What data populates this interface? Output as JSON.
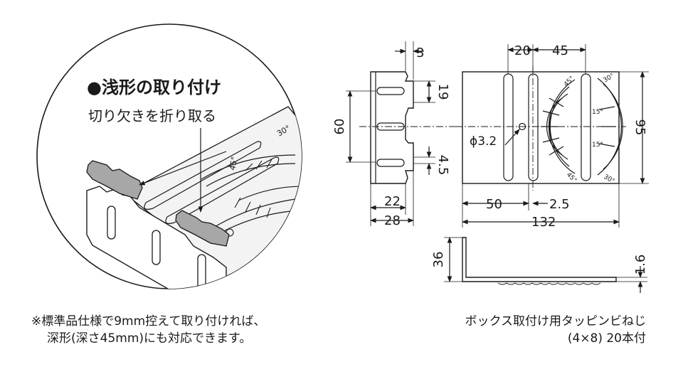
{
  "circle_heading": "●浅形の取り付け",
  "circle_instruction": "切り欠きを折り取る",
  "angle_labels": {
    "a30": "30°",
    "a45": "45°",
    "a15": "15°"
  },
  "dimensions": {
    "d3": "3",
    "d19": "19",
    "d60": "60",
    "d45": "4.5",
    "d22": "22",
    "d28": "28",
    "d20": "20",
    "d45b": "45",
    "dphi": "ϕ3.2",
    "d95": "95",
    "d50": "50",
    "d25": "2.5",
    "d132": "132",
    "d36": "36",
    "d16": "1.6"
  },
  "notes": {
    "left_line1": "※標準品仕様で9mm控えて取り付ければ、",
    "left_line2": "深形(深さ45mm)にも対応できます。",
    "right_line1": "ボックス取付け用タッピンビねじ",
    "right_line2": "(4×8) 20本付"
  }
}
